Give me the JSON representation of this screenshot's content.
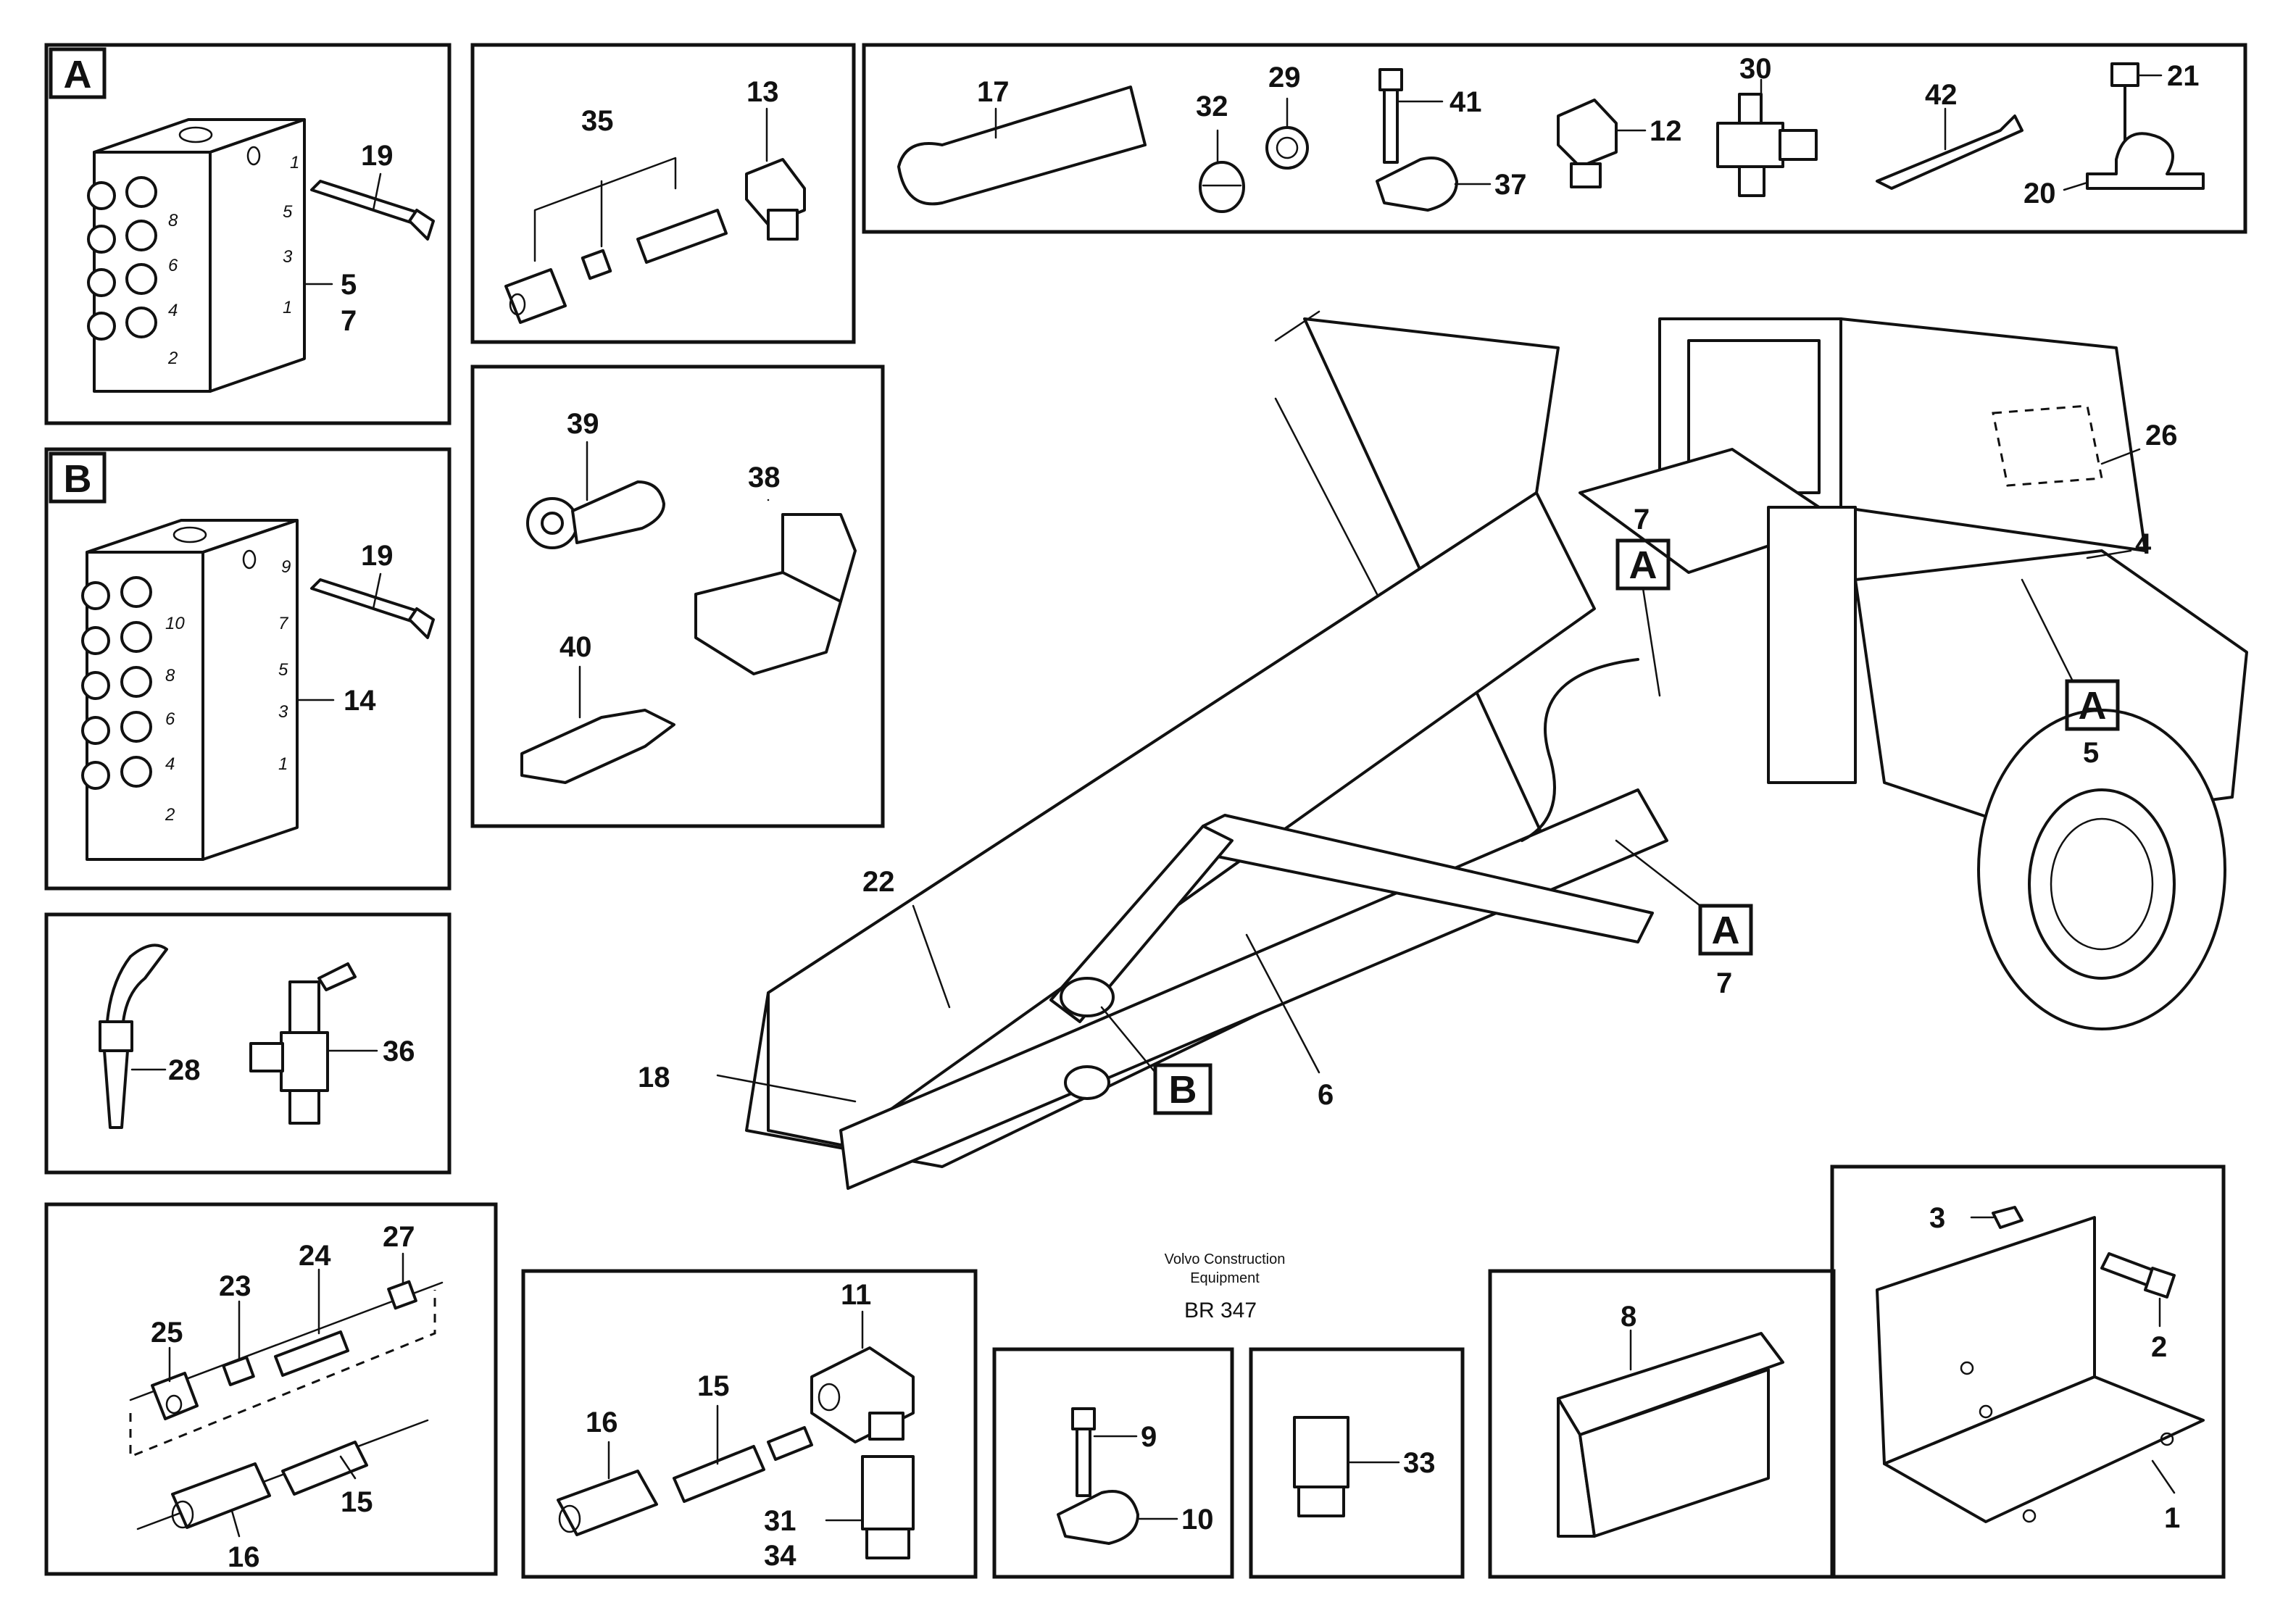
{
  "footer": {
    "maker_line1": "Volvo Construction",
    "maker_line2": "Equipment",
    "drawing_no": "BR 347"
  },
  "panel_tags": {
    "a": "A",
    "b": "B"
  },
  "block_a_port_numbers": [
    "1",
    "5",
    "3",
    "1",
    "8",
    "6",
    "4",
    "2"
  ],
  "block_b_port_numbers": [
    "9",
    "7",
    "5",
    "3",
    "1",
    "10",
    "8",
    "6",
    "4",
    "2"
  ],
  "callouts": {
    "c1": "1",
    "c2": "2",
    "c3": "3",
    "c4": "4",
    "c5": "5",
    "c6": "6",
    "c7": "7",
    "c8": "8",
    "c9": "9",
    "c10": "10",
    "c11": "11",
    "c12": "12",
    "c13": "13",
    "c14": "14",
    "c15": "15",
    "c16": "16",
    "c17": "17",
    "c18": "18",
    "c19": "19",
    "c20": "20",
    "c21": "21",
    "c22": "22",
    "c23": "23",
    "c24": "24",
    "c25": "25",
    "c26": "26",
    "c27": "27",
    "c28": "28",
    "c29": "29",
    "c30": "30",
    "c31": "31",
    "c32": "32",
    "c33": "33",
    "c34": "34",
    "c35": "35",
    "c36": "36",
    "c37": "37",
    "c38": "38",
    "c39": "39",
    "c40": "40",
    "c41": "41",
    "c42": "42"
  },
  "colors": {
    "ink": "#111111",
    "paper": "#ffffff"
  }
}
